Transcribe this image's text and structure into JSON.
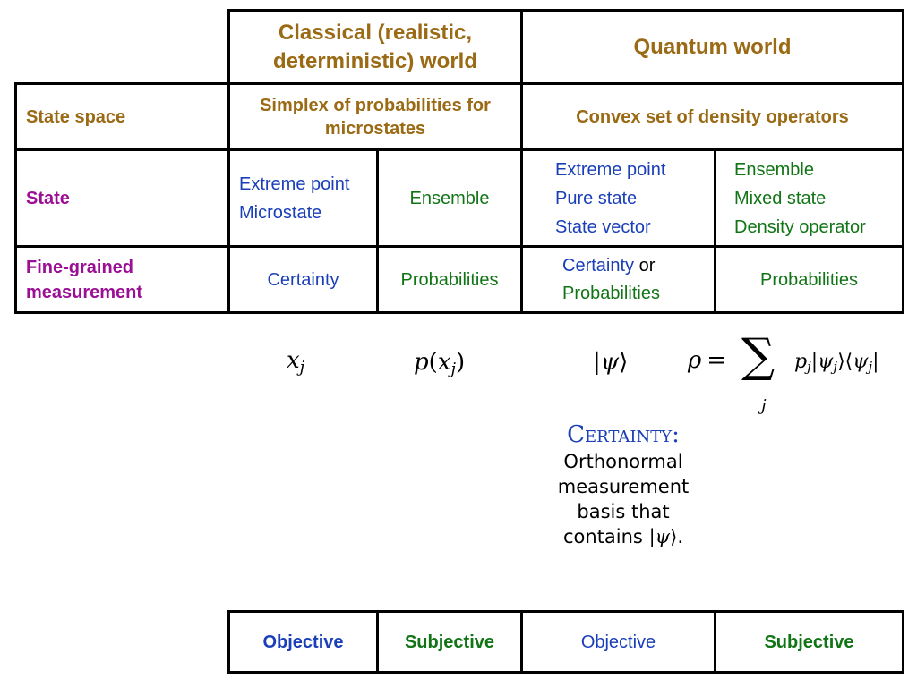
{
  "header": {
    "classical": "Classical (realistic, deterministic) world",
    "quantum": "Quantum world"
  },
  "rows": {
    "state_space": {
      "label": "State space",
      "classical": "Simplex of probabilities for microstates",
      "quantum": "Convex set of density operators"
    },
    "state": {
      "label": "State",
      "classical_extreme": [
        "Extreme point",
        "Microstate"
      ],
      "classical_ensemble": "Ensemble",
      "quantum_extreme": [
        "Extreme point",
        "Pure state",
        "State vector"
      ],
      "quantum_ensemble": [
        "Ensemble",
        "Mixed state",
        "Density operator"
      ]
    },
    "measurement": {
      "label_line1": "Fine-grained",
      "label_line2": "measurement",
      "classical_extreme": "Certainty",
      "classical_ensemble": "Probabilities",
      "quantum_extreme_a": "Certainty",
      "quantum_extreme_or": "or",
      "quantum_extreme_b": "Probabilities",
      "quantum_ensemble": "Probabilities"
    }
  },
  "formulas": {
    "x": "x",
    "j": "j",
    "p": "p",
    "psi": "ψ",
    "rho": "ρ",
    "equals": "=",
    "sum": "∑"
  },
  "certainty_note": {
    "title": "Certainty:",
    "lines": [
      "Orthonormal",
      "measurement",
      "basis that",
      "contains"
    ]
  },
  "bottom_row": [
    "Objective",
    "Subjective",
    "Objective",
    "Subjective"
  ],
  "colors": {
    "header_brown": "#9a6a14",
    "label_purple": "#9b0f96",
    "blue": "#1a3fb8",
    "green": "#117516"
  }
}
